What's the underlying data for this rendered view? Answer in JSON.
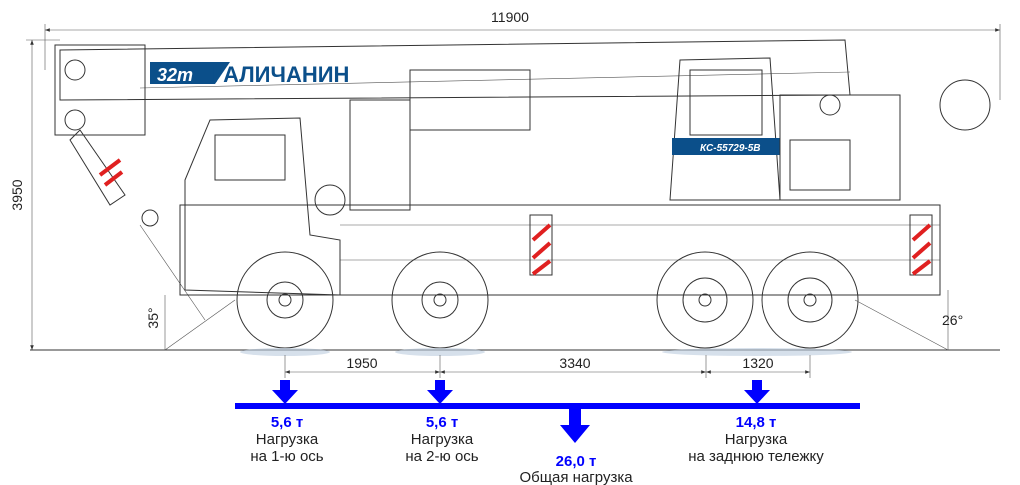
{
  "dimensions": {
    "overall_length": "11900",
    "overall_height": "3950",
    "axle_1_2": "1950",
    "axle_2_bogie": "3340",
    "bogie_spacing": "1320",
    "front_angle": "35°",
    "rear_angle": "26°"
  },
  "branding": {
    "capacity_badge": "32т",
    "brand_name": "ГАЛИЧАНИН",
    "model_plate": "КС-55729-5В"
  },
  "loads": [
    {
      "value": "5,6 т",
      "label_line1": "Нагрузка",
      "label_line2": "на 1-ю ось"
    },
    {
      "value": "5,6 т",
      "label_line1": "Нагрузка",
      "label_line2": "на 2-ю ось"
    },
    {
      "value": "14,8 т",
      "label_line1": "Нагрузка",
      "label_line2": "на заднюю тележку"
    }
  ],
  "total_load": {
    "value": "26,0 т",
    "label": "Общая нагрузка"
  },
  "colors": {
    "load_blue": "#0000ff",
    "brand_blue": "#0b4f8a",
    "marker_red": "#e02020"
  }
}
